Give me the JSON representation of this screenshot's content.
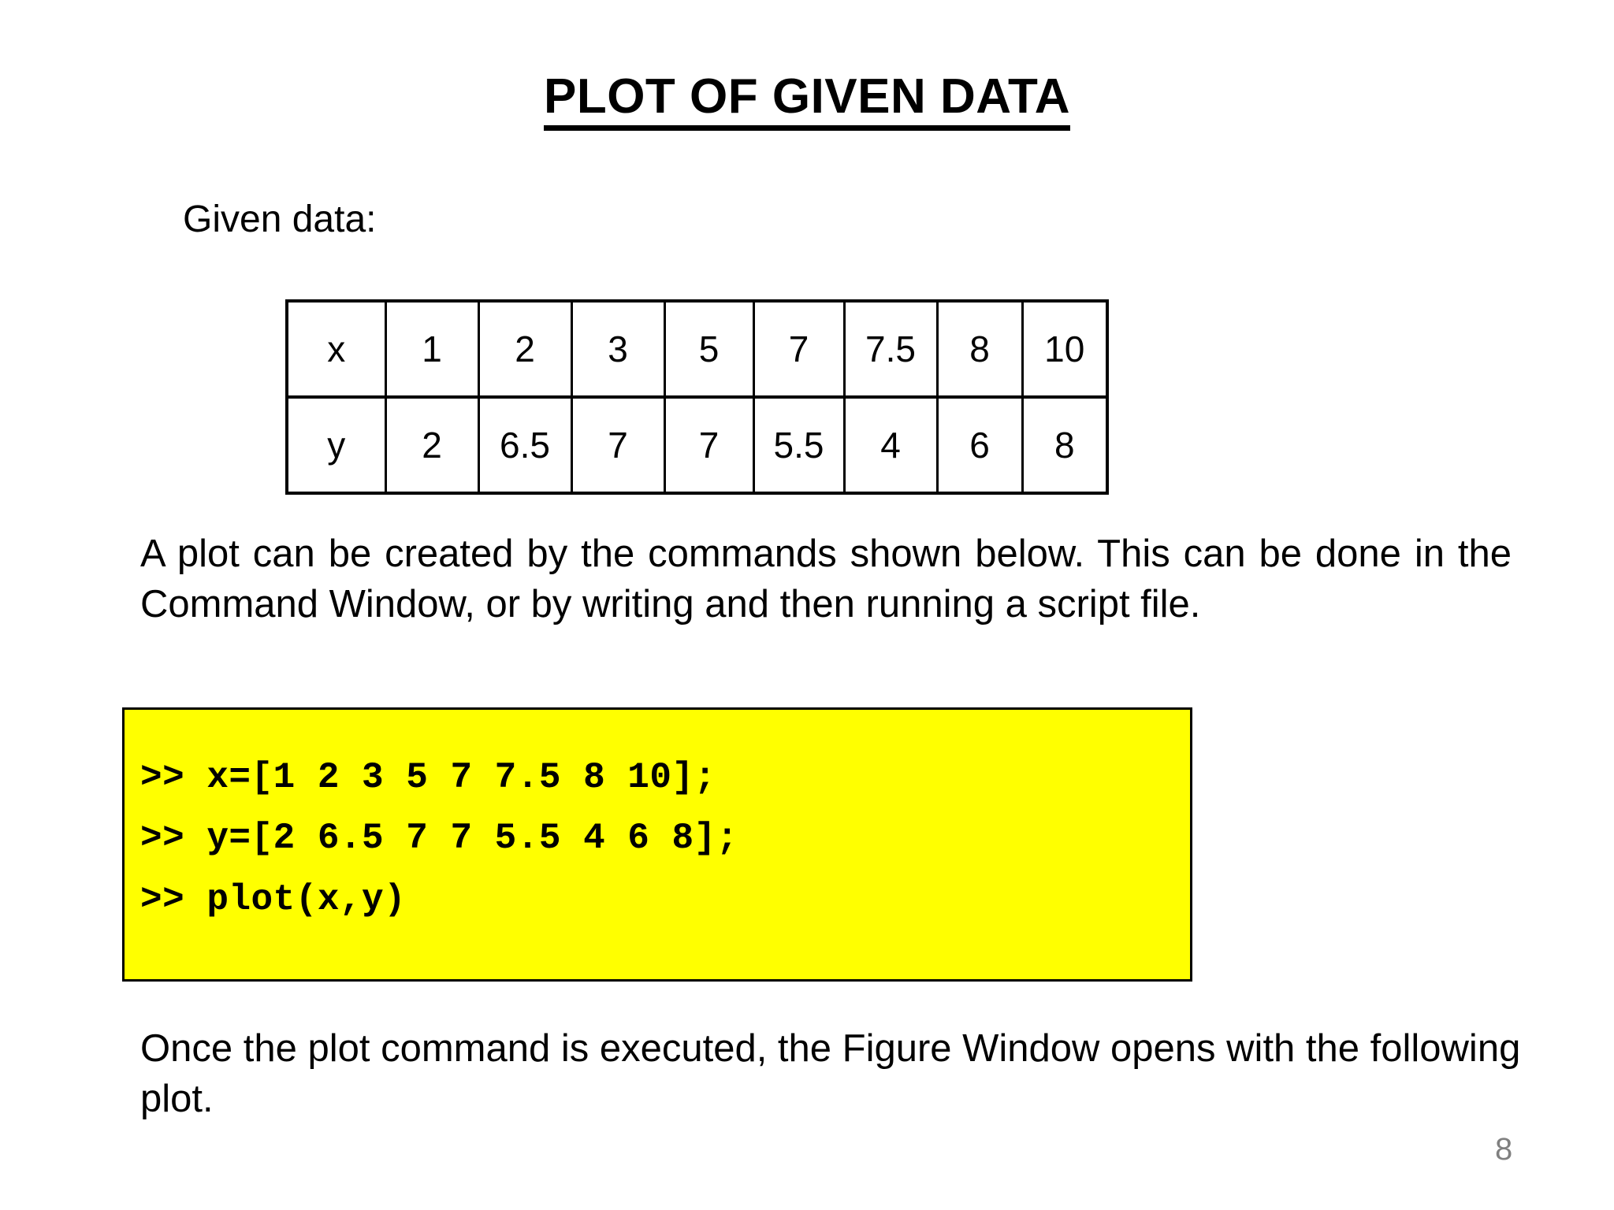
{
  "slide": {
    "title": "PLOT OF GIVEN DATA",
    "page_number": "8",
    "page_number_color": "#808080",
    "background_color": "#ffffff"
  },
  "given_data": {
    "label": "Given data:"
  },
  "chart_data": {
    "type": "table",
    "title": "Given data:",
    "row_labels": [
      "x",
      "y"
    ],
    "x": [
      1,
      2,
      3,
      5,
      7,
      7.5,
      8,
      10
    ],
    "y": [
      2,
      6.5,
      7,
      7,
      5.5,
      4,
      6,
      8
    ],
    "rows": [
      {
        "label": "x",
        "cells": [
          "1",
          "2",
          "3",
          "5",
          "7",
          "7.5",
          "8",
          "10"
        ]
      },
      {
        "label": "y",
        "cells": [
          "2",
          "6.5",
          "7",
          "7",
          "5.5",
          "4",
          "6",
          "8"
        ]
      }
    ],
    "xlabel": "x",
    "ylabel": "y",
    "grid": true,
    "legend": ""
  },
  "paragraphs": {
    "intro": "A plot can be created by the commands shown below.  This can be done in the Command Window, or by writing and then running a script file.",
    "outro": "Once the plot command is executed, the Figure Window opens with the following plot."
  },
  "code_block": {
    "background_color": "#FFFF00",
    "text_color": "#000000",
    "lines": [
      ">> x=[1 2 3 5 7 7.5 8 10];",
      ">> y=[2 6.5 7 7 5.5 4 6 8];",
      ">> plot(x,y)"
    ]
  }
}
